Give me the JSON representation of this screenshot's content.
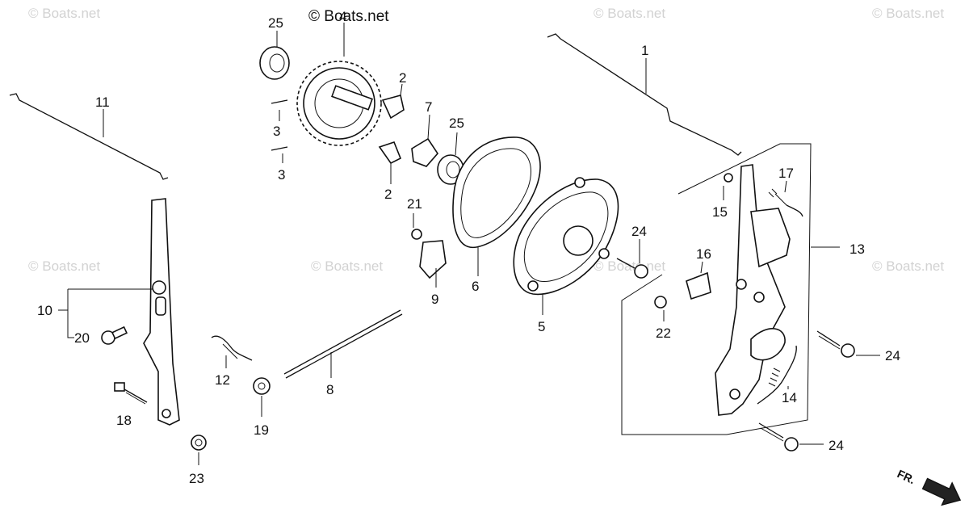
{
  "watermark": "© Boats.net",
  "front_indicator": "FR.",
  "callouts": {
    "p1": "1",
    "p2a": "2",
    "p2b": "2",
    "p3a": "3",
    "p3b": "3",
    "p4": "4",
    "p5": "5",
    "p6": "6",
    "p7": "7",
    "p8": "8",
    "p9": "9",
    "p10": "10",
    "p11": "11",
    "p12": "12",
    "p13": "13",
    "p14": "14",
    "p15": "15",
    "p16": "16",
    "p17": "17",
    "p18": "18",
    "p19": "19",
    "p20": "20",
    "p21": "21",
    "p22": "22",
    "p23": "23",
    "p24a": "24",
    "p24b": "24",
    "p24c": "24",
    "p25a": "25",
    "p25b": "25"
  }
}
